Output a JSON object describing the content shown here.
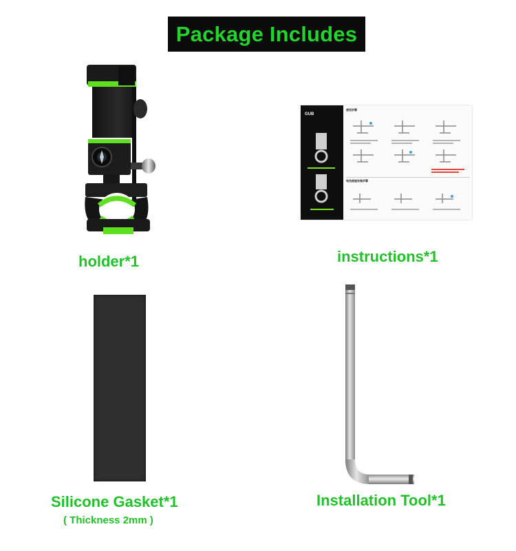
{
  "title": "Package Includes",
  "items": [
    {
      "label": "holder*1"
    },
    {
      "label": "instructions*1"
    },
    {
      "label": "Silicone Gasket*1",
      "note": "( Thickness 2mm )"
    },
    {
      "label": "Installation Tool*1"
    }
  ],
  "instructions_sheet": {
    "brand": "GUB",
    "section_1": "使用步骤",
    "section_2": "电池底座安装步骤"
  },
  "colors": {
    "accent_green": "#22c02a",
    "title_green": "#22d42b",
    "title_background": "#0b0b0b",
    "holder_body": "#1b1b1b",
    "holder_accent": "#5ee020",
    "gasket": "#2f2f2f",
    "tool_metal": "#b5b5b5"
  }
}
